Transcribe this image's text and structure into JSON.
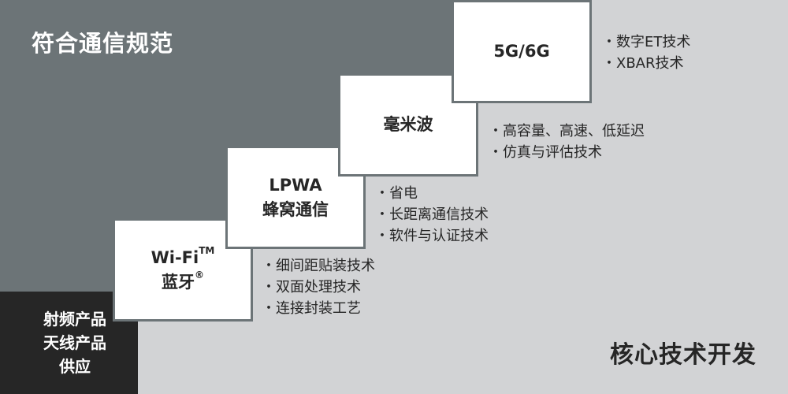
{
  "title_top_left": "符合通信规范",
  "title_bottom_right": "核心技术开发",
  "supply_box": [
    "射频产品",
    "天线产品",
    "供应"
  ],
  "steps": [
    {
      "line1": "Wi-Fi",
      "line1_sup": "TM",
      "line2": "蓝牙",
      "line2_sup": "®",
      "bullets": [
        "细间距贴装技术",
        "双面处理技术",
        "连接封装工艺"
      ]
    },
    {
      "line1": "LPWA",
      "line2": "蜂窝通信",
      "bullets": [
        "省电",
        "长距离通信技术",
        "软件与认证技术"
      ]
    },
    {
      "line1": "毫米波",
      "bullets": [
        "高容量、高速、低延迟",
        "仿真与评估技术"
      ]
    },
    {
      "line1": "5G/6G",
      "bullets": [
        "数字ET技术",
        "XBAR技术"
      ]
    }
  ],
  "colors": {
    "dark": "#6c7477",
    "light": "#d2d3d5",
    "black": "#262626"
  }
}
